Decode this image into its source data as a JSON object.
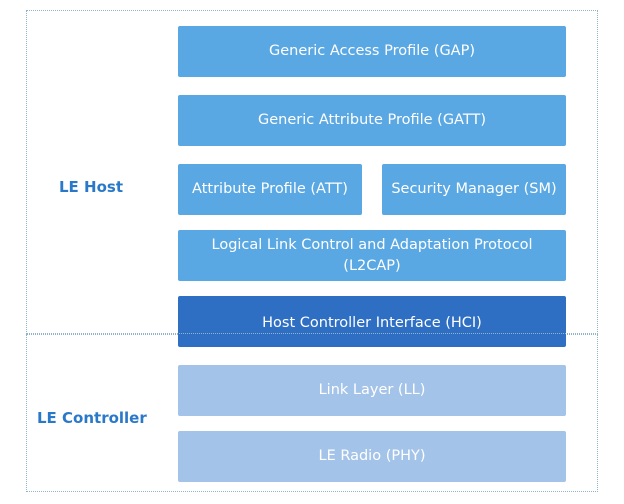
{
  "regions": {
    "host": {
      "label": "LE Host"
    },
    "controller": {
      "label": "LE Controller"
    }
  },
  "layers": {
    "gap": "Generic Access Profile (GAP)",
    "gatt": "Generic Attribute Profile (GATT)",
    "att": "Attribute Profile (ATT)",
    "sm": "Security Manager (SM)",
    "l2cap_line1": "Logical Link Control and Adaptation Protocol",
    "l2cap_line2": "(L2CAP)",
    "hci": "Host Controller Interface (HCI)",
    "ll": "Link Layer (LL)",
    "phy": "LE Radio (PHY)"
  },
  "colors": {
    "host_layer": "#5aa8e3",
    "hci_layer": "#2e6fc4",
    "controller_layer": "#a3c3e9",
    "region_label": "#2a78c9",
    "region_border": "#8fb3c7"
  }
}
